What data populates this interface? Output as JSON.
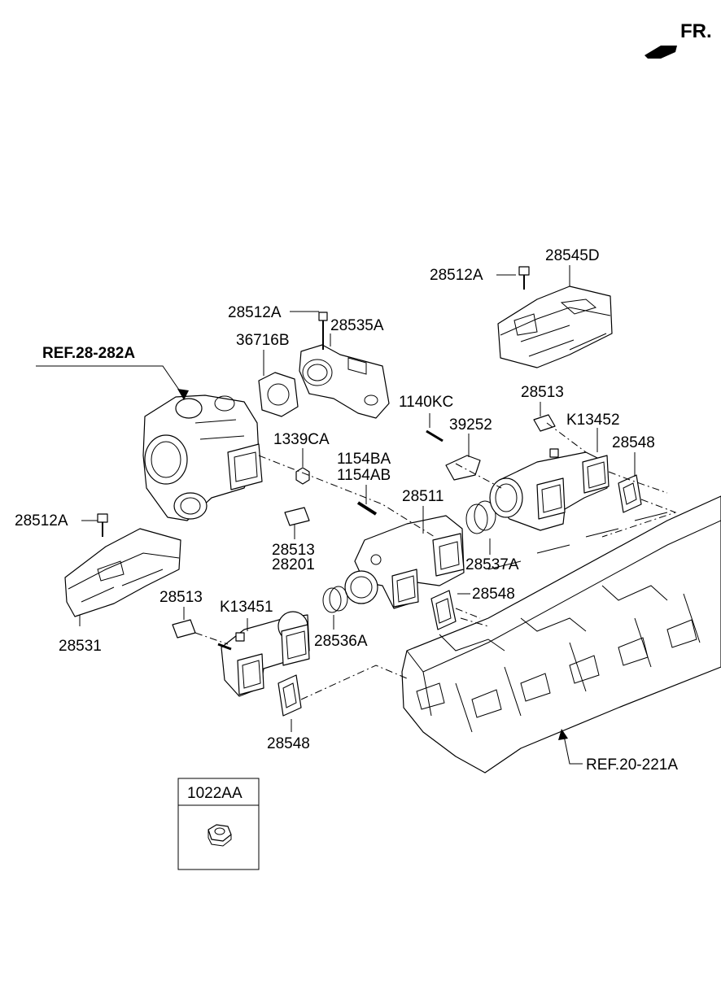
{
  "header": {
    "direction_label": "FR."
  },
  "refs": {
    "turbo_ref": "REF.28-282A",
    "head_ref": "REF.20-221A"
  },
  "labels": {
    "l_28545D": "28545D",
    "l_28512A_top": "28512A",
    "l_28512A_mid": "28512A",
    "l_28535A": "28535A",
    "l_36716B": "36716B",
    "l_1140KC": "1140KC",
    "l_39252": "39252",
    "l_28513_right": "28513",
    "l_K13452": "K13452",
    "l_28548_right": "28548",
    "l_1339CA": "1339CA",
    "l_1154BA": "1154BA",
    "l_1154AB": "1154AB",
    "l_28511": "28511",
    "l_28512A_left": "28512A",
    "l_28513_center": "28513",
    "l_28201": "28201",
    "l_28537A": "28537A",
    "l_28548_center": "28548",
    "l_28513_left": "28513",
    "l_K13451": "K13451",
    "l_28536A": "28536A",
    "l_28531": "28531",
    "l_28548_bottom": "28548"
  },
  "legend_box": {
    "part_number": "1022AA"
  }
}
